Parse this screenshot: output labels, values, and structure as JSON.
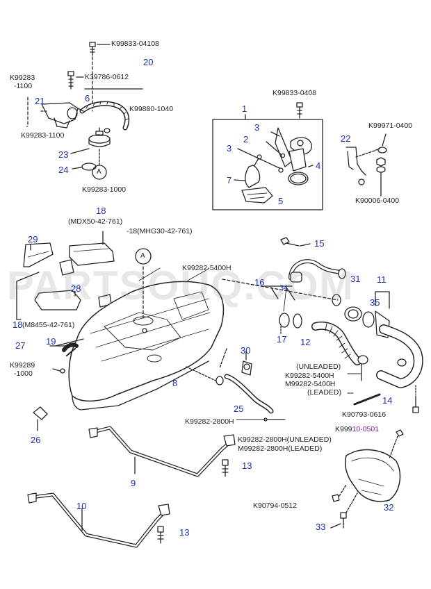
{
  "watermark": "PARTSOUQ.COM",
  "callouts": {
    "c1": "1",
    "c2": "2",
    "c3a": "3",
    "c3b": "3",
    "c4": "4",
    "c5": "5",
    "c6": "6",
    "c7": "7",
    "c8": "8",
    "c9": "9",
    "c10": "10",
    "c11": "11",
    "c12": "12",
    "c13a": "13",
    "c13b": "13",
    "c14": "14",
    "c15": "15",
    "c16": "16",
    "c17": "17",
    "c18a": "18",
    "c18b": "18",
    "c19": "19",
    "c20": "20",
    "c21": "21",
    "c22": "22",
    "c23": "23",
    "c24": "24",
    "c25": "25",
    "c26": "26",
    "c27": "27",
    "c28": "28",
    "c29": "29",
    "c30": "30",
    "c31": "31",
    "c32": "32",
    "c33": "33",
    "c34": "34",
    "c35": "35"
  },
  "part_numbers": {
    "p_k99833_04108": "K99833-04108",
    "p_k99283_head": "K99283",
    "p_k99283_sub": "-1100",
    "p_k39786": "K39786-0612",
    "p_k99283_1100": "K99283-1100",
    "p_k99880": "K99880-1040",
    "p_k99283_1000": "K99283-1000",
    "p_k99833_0408": "K99833-0408",
    "p_k99971": "K99971-0400",
    "p_k90006": "K90006-0400",
    "p_mdx": "(MDX50-42-761)",
    "p_mhg": "-18(MHG30-42-761)",
    "p_m8455": "(M8455-42-761)",
    "p_k99282_5400h": "K99282-5400H",
    "p_k99289": "K99289",
    "p_k99289_sub": "-1000",
    "p_unleaded1": "(UNLEADED)",
    "p_k99282_5400h_b": "K99282-5400H",
    "p_m99282_5400h": "M99282-5400H",
    "p_leaded1": "(LEADED)",
    "p_k99282_2800h": "K99282-2800H",
    "p_k90793": "K90793-0616",
    "p_k99910_prefix": "K999",
    "p_k99910_suffix": "10-0501",
    "p_k99282_2800h_unl": "K99282-2800H(UNLEADED)",
    "p_m99282_2800h_led": "M99282-2800H(LEADED)",
    "p_k90794": "K90794-0512",
    "p_a1": "A",
    "p_a2": "A"
  },
  "colors": {
    "callout": "#1a2fb0",
    "line": "#222222",
    "highlight": "#7a1fa8"
  }
}
